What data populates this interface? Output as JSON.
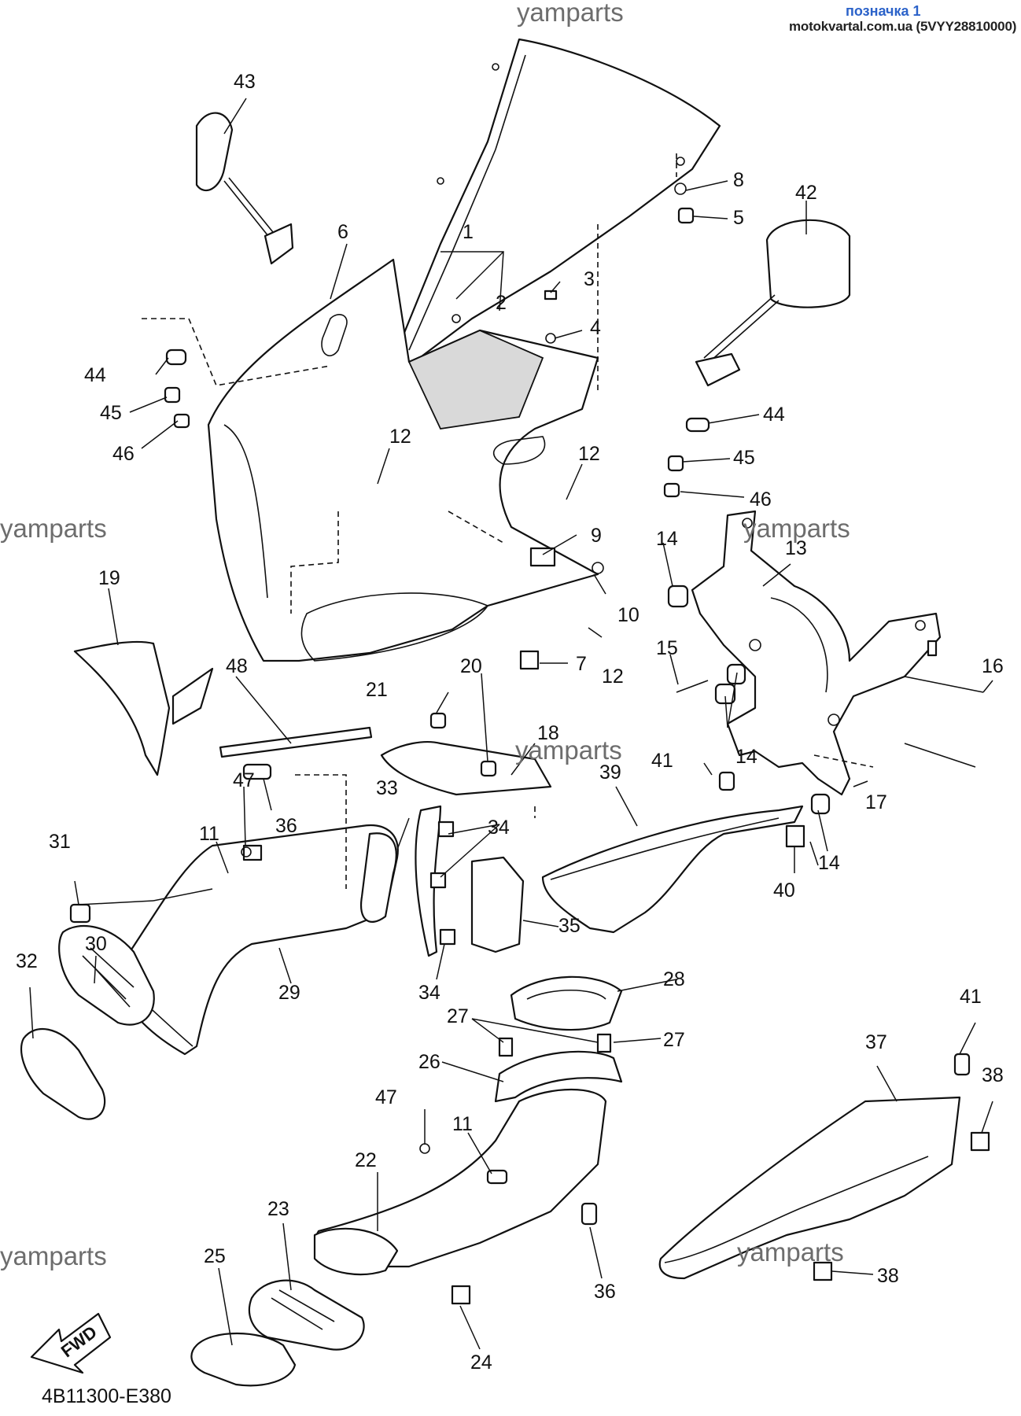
{
  "header": {
    "label": "позначка 1",
    "source": "motokvartal.com.ua (5VYY28810000)"
  },
  "watermark": "yamparts",
  "drawing_code": "4B11300-E380",
  "fwd_label": "FWD",
  "callouts": {
    "c1": "1",
    "c2": "2",
    "c3": "3",
    "c4": "4",
    "c5": "5",
    "c6": "6",
    "c7": "7",
    "c8": "8",
    "c9": "9",
    "c10": "10",
    "c11a": "11",
    "c11b": "11",
    "c12a": "12",
    "c12b": "12",
    "c12c": "12",
    "c13": "13",
    "c14a": "14",
    "c14b": "14",
    "c14c": "14",
    "c15": "15",
    "c16": "16",
    "c17": "17",
    "c18": "18",
    "c19": "19",
    "c20": "20",
    "c21": "21",
    "c22": "22",
    "c23": "23",
    "c24": "24",
    "c25": "25",
    "c26": "26",
    "c27a": "27",
    "c27b": "27",
    "c28": "28",
    "c29": "29",
    "c30": "30",
    "c31": "31",
    "c32": "32",
    "c33": "33",
    "c34a": "34",
    "c34b": "34",
    "c35": "35",
    "c36a": "36",
    "c36b": "36",
    "c37": "37",
    "c38a": "38",
    "c38b": "38",
    "c39": "39",
    "c40": "40",
    "c41a": "41",
    "c41b": "41",
    "c42": "42",
    "c43": "43",
    "c44a": "44",
    "c44b": "44",
    "c45a": "45",
    "c45b": "45",
    "c46a": "46",
    "c46b": "46",
    "c47a": "47",
    "c47b": "47",
    "c48": "48"
  }
}
